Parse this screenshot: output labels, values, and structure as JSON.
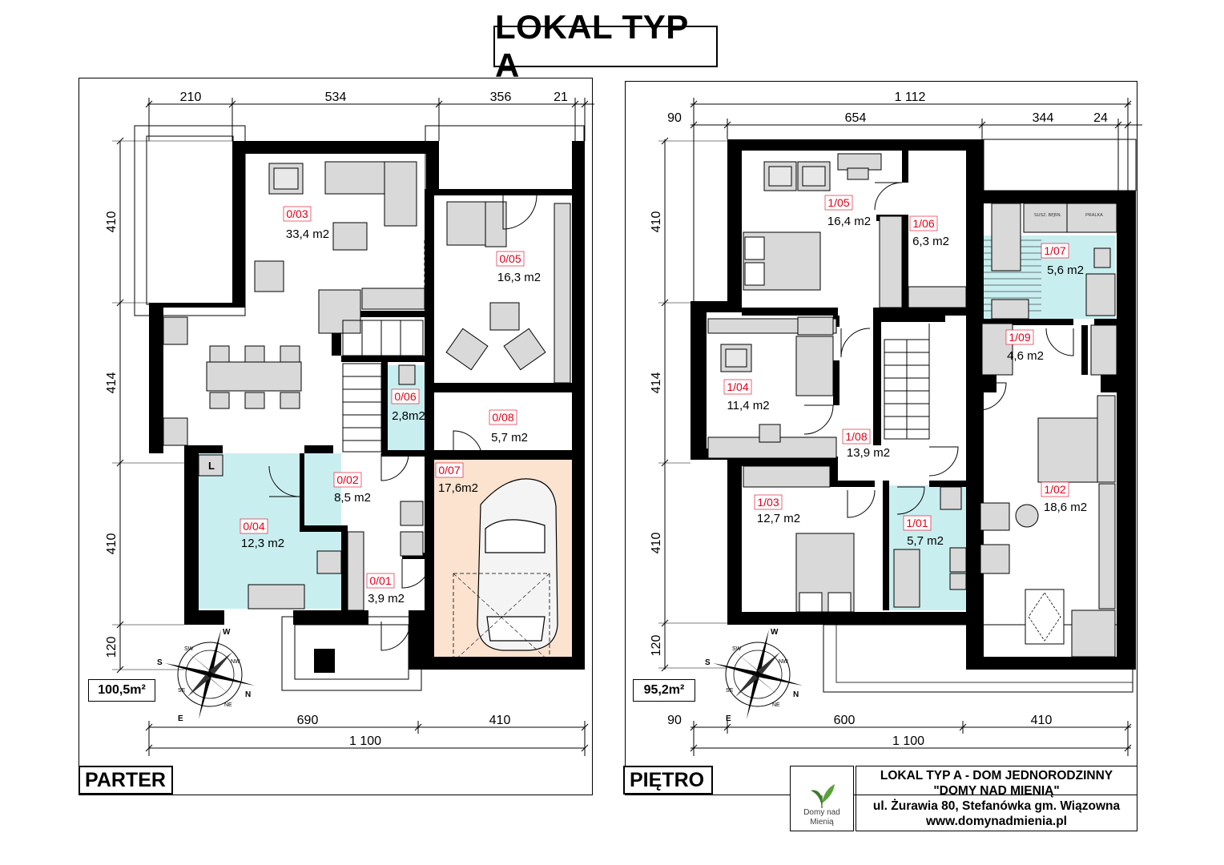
{
  "title": "LOKAL TYP A",
  "parter": {
    "label": "PARTER",
    "total_area": "100,5m²",
    "dims_top": [
      "210",
      "534",
      "356",
      "21"
    ],
    "dims_left": [
      "410",
      "414",
      "410",
      "120"
    ],
    "dims_bottom": [
      "690",
      "410"
    ],
    "dim_total": "1 100",
    "kitchen_mark": "L",
    "rooms": [
      {
        "code": "0/03",
        "area": "33,4 m2"
      },
      {
        "code": "0/05",
        "area": "16,3 m2"
      },
      {
        "code": "0/06",
        "area": "2,8m2"
      },
      {
        "code": "0/08",
        "area": "5,7 m2"
      },
      {
        "code": "0/07",
        "area": "17,6m2"
      },
      {
        "code": "0/02",
        "area": "8,5 m2"
      },
      {
        "code": "0/04",
        "area": "12,3 m2"
      },
      {
        "code": "0/01",
        "area": "3,9 m2"
      }
    ]
  },
  "pietro": {
    "label": "PIĘTRO",
    "total_area": "95,2m²",
    "dim_top_total": "1 112",
    "dims_top": [
      "90",
      "654",
      "344",
      "24"
    ],
    "dims_left": [
      "410",
      "414",
      "410",
      "120"
    ],
    "dims_bottom": [
      "90",
      "600",
      "410"
    ],
    "dim_total": "1 100",
    "appliance_labels": [
      "SUSZ. BĘBN.",
      "PRALKA"
    ],
    "rooms": [
      {
        "code": "1/05",
        "area": "16,4 m2"
      },
      {
        "code": "1/06",
        "area": "6,3 m2"
      },
      {
        "code": "1/07",
        "area": "5,6 m2"
      },
      {
        "code": "1/09",
        "area": "4,6 m2"
      },
      {
        "code": "1/04",
        "area": "11,4 m2"
      },
      {
        "code": "1/08",
        "area": "13,9 m2"
      },
      {
        "code": "1/03",
        "area": "12,7 m2"
      },
      {
        "code": "1/01",
        "area": "5,7 m2"
      },
      {
        "code": "1/02",
        "area": "18,6 m2"
      }
    ]
  },
  "compass": [
    "W",
    "S",
    "N",
    "E",
    "SW",
    "NW",
    "SE",
    "NE"
  ],
  "info": {
    "line1": "LOKAL TYP A - DOM JEDNORODZINNY",
    "line2": "\"DOMY NAD MIENIĄ\"",
    "line3": "ul. Żurawia 80, Stefanówka gm. Wiązowna",
    "line4": "www.domynadmienia.pl"
  },
  "logo": {
    "line1": "Domy nad",
    "line2": "Mienią"
  },
  "colors": {
    "room_code": "#e0001a",
    "bathroom_fill": "#c9eef0",
    "garage_fill": "#fbe3cf",
    "wall": "#000000",
    "furniture": "#d9d9d9"
  }
}
